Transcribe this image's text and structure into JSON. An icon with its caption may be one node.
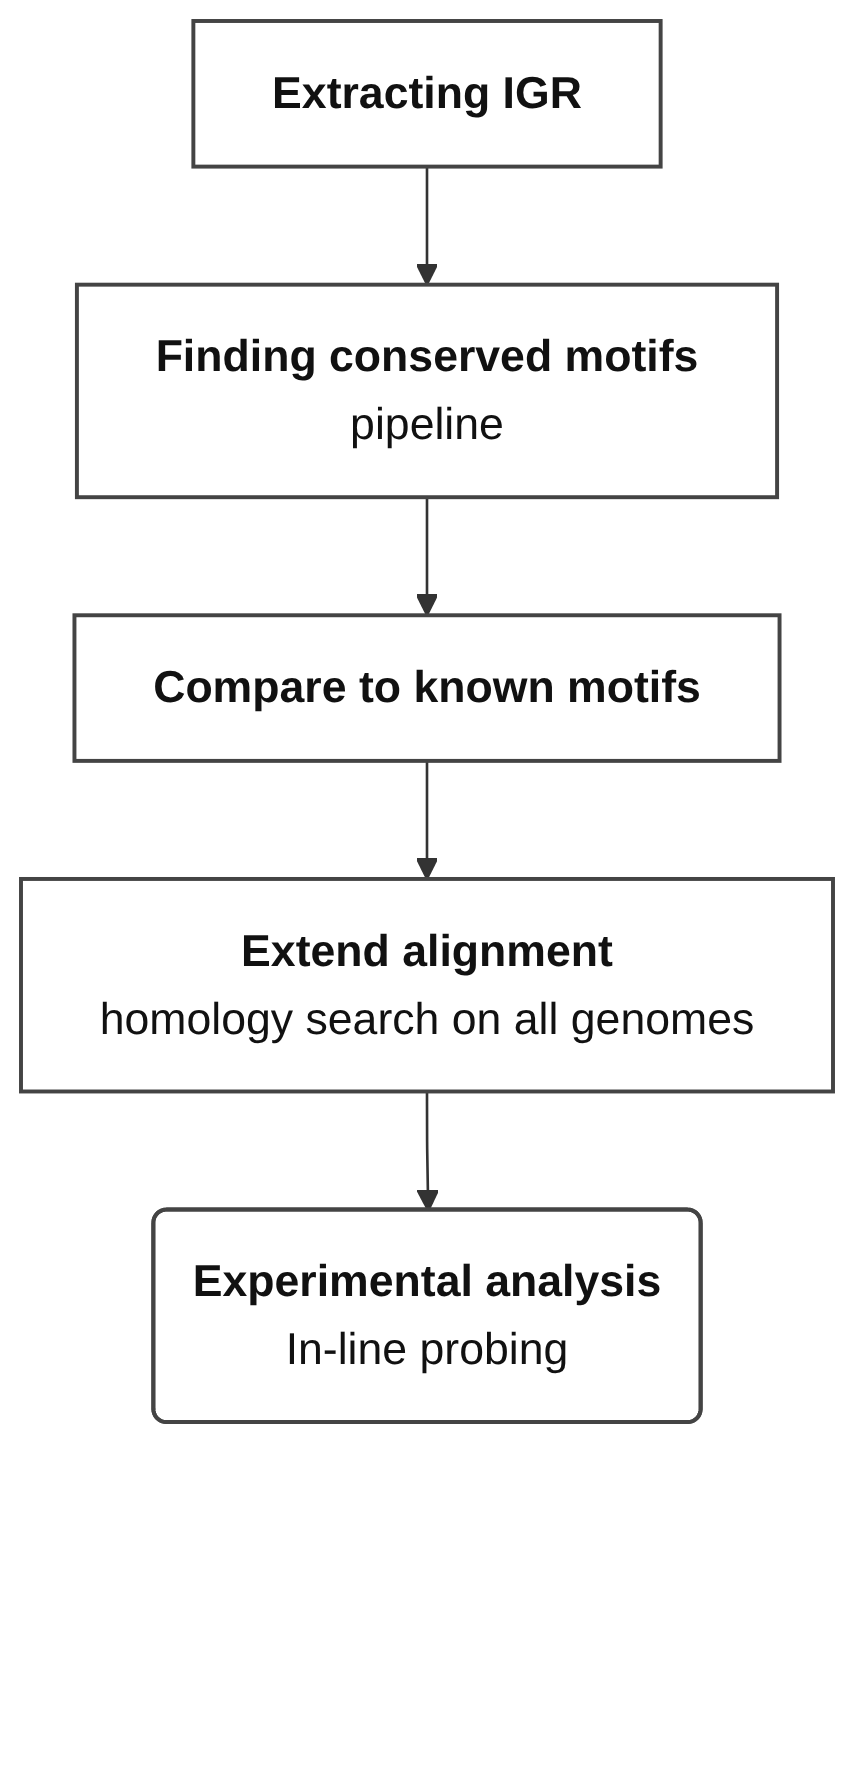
{
  "diagram": {
    "nodes": [
      {
        "text": [
          "Extracting IGR"
        ]
      },
      {
        "text": [
          "Finding conserved motifs",
          "pipeline"
        ]
      },
      {
        "text": [
          "Compare to known motifs"
        ]
      },
      {
        "text": [
          "Extend alignment",
          "homology search on all genomes"
        ]
      },
      {
        "text": [
          "Experimental analysis",
          "In-line probing"
        ]
      }
    ],
    "edges": [
      {
        "from": 0,
        "to": 1,
        "arrow": "to"
      },
      {
        "from": 1,
        "to": 2,
        "arrow": "to"
      },
      {
        "from": 2,
        "to": 3,
        "arrow": "to"
      },
      {
        "from": 3,
        "to": 4,
        "arrow": "to"
      }
    ]
  }
}
